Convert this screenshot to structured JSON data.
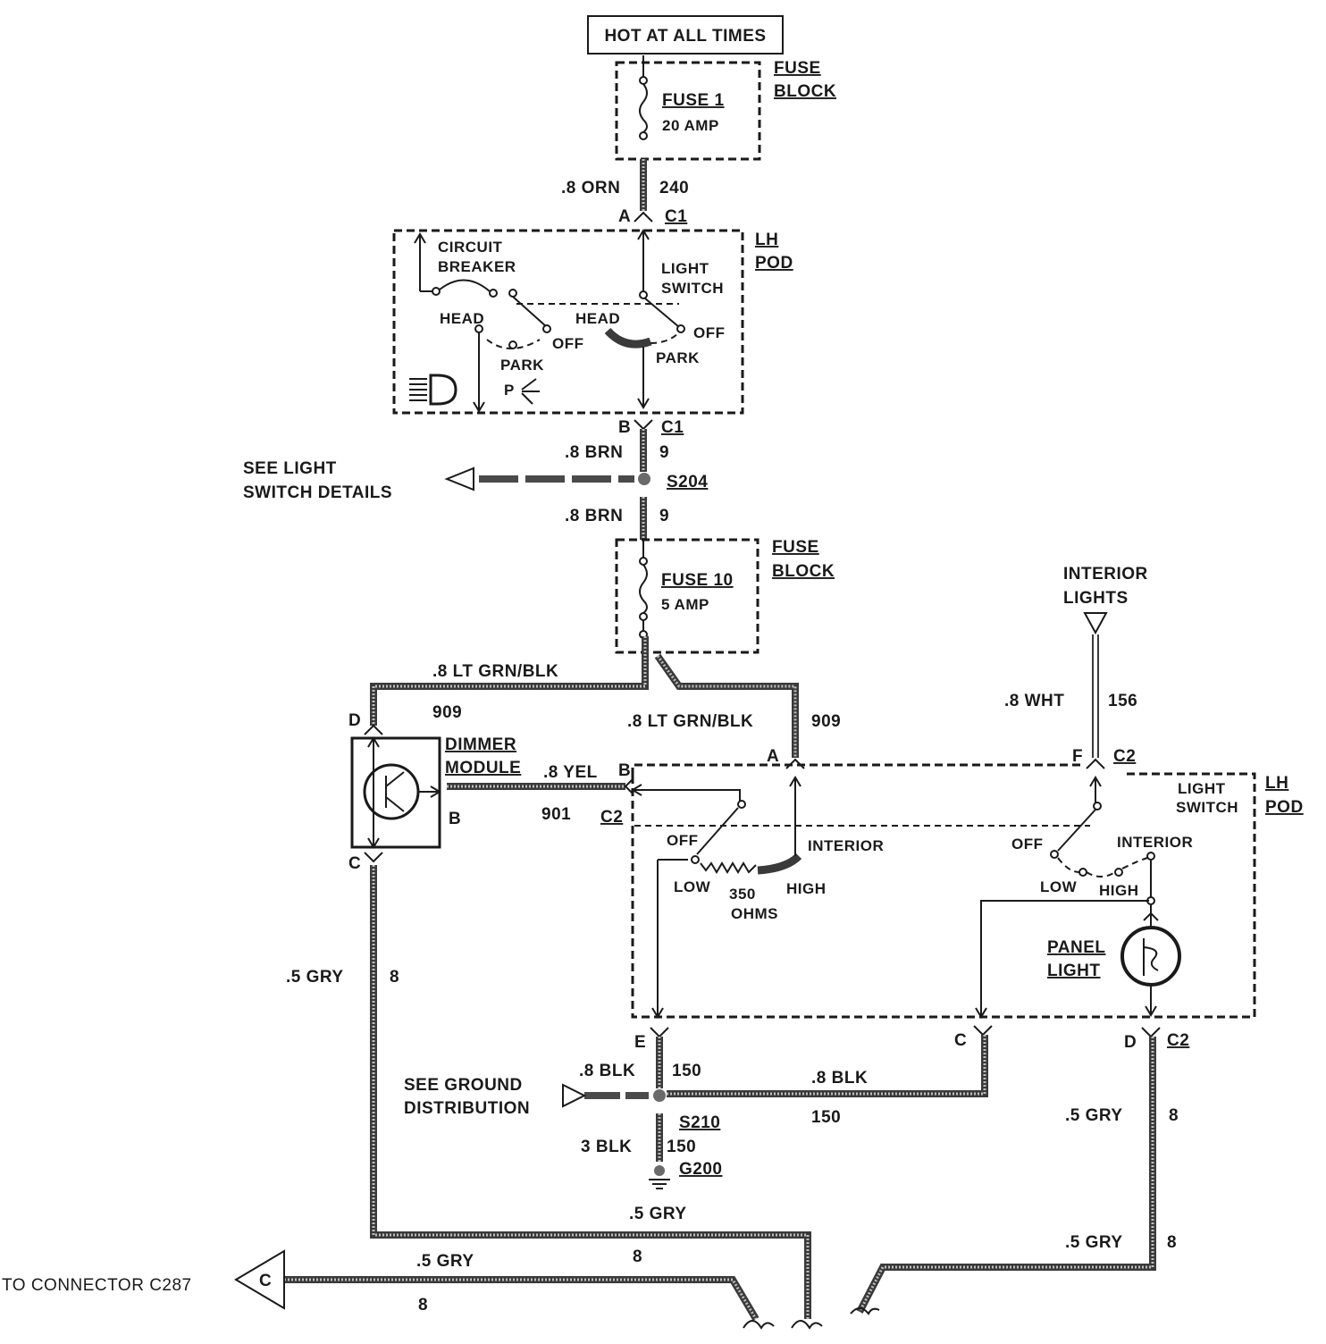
{
  "source_label": "HOT AT ALL TIMES",
  "fuse_block_1": {
    "line1": "FUSE",
    "line2": "BLOCK",
    "fuse_name": "FUSE 1",
    "rating": "20 AMP"
  },
  "wire_240": {
    "gauge_color": ".8 ORN",
    "circuit": "240"
  },
  "c1_top": {
    "pin": "A",
    "connector": "C1"
  },
  "lh_pod_1": {
    "line1": "LH",
    "line2": "POD"
  },
  "circuit_breaker": {
    "line1": "CIRCUIT",
    "line2": "BREAKER"
  },
  "light_switch_1": {
    "line1": "LIGHT",
    "line2": "SWITCH"
  },
  "switch_labels_1": {
    "head_left": "HEAD",
    "off_left": "OFF",
    "park_left": "PARK",
    "head_right": "HEAD",
    "off_right": "OFF",
    "park_right": "PARK",
    "park_symbol": "P"
  },
  "c1_bottom": {
    "pin": "B",
    "connector": "C1"
  },
  "wire_9_upper": {
    "gauge_color": ".8 BRN",
    "circuit": "9"
  },
  "splice_s204": {
    "name": "S204",
    "ref_line1": "SEE LIGHT",
    "ref_line2": "SWITCH DETAILS"
  },
  "wire_9_lower": {
    "gauge_color": ".8 BRN",
    "circuit": "9"
  },
  "fuse_block_10": {
    "line1": "FUSE",
    "line2": "BLOCK",
    "fuse_name": "FUSE 10",
    "rating": "5 AMP"
  },
  "interior_lights": {
    "line1": "INTERIOR",
    "line2": "LIGHTS"
  },
  "wire_909_left": {
    "gauge_color": ".8 LT GRN/BLK",
    "circuit": "909"
  },
  "wire_909_right": {
    "gauge_color": ".8 LT GRN/BLK",
    "circuit": "909"
  },
  "wire_156": {
    "gauge_color": ".8 WHT",
    "circuit": "156"
  },
  "dimmer_module": {
    "line1": "DIMMER",
    "line2": "MODULE",
    "pin_top": "D",
    "pin_out": "B",
    "pin_bottom": "C"
  },
  "wire_901": {
    "gauge_color": ".8 YEL",
    "circuit": "901",
    "pin": "B",
    "connector": "C2"
  },
  "c2_a": {
    "pin": "A"
  },
  "c2_f": {
    "pin": "F",
    "connector": "C2"
  },
  "light_switch_2": {
    "line1": "LIGHT",
    "line2": "SWITCH",
    "pod1": "LH",
    "pod2": "POD"
  },
  "switch_labels_2": {
    "off_left": "OFF",
    "interior_left": "INTERIOR",
    "low_left": "LOW",
    "high_left": "HIGH",
    "resistance": "350",
    "ohms": "OHMS",
    "off_right": "OFF",
    "interior_right": "INTERIOR",
    "low_right": "LOW",
    "high_right": "HIGH"
  },
  "panel_light": {
    "line1": "PANEL",
    "line2": "LIGHT"
  },
  "wire_8_left": {
    "gauge_color": ".5 GRY",
    "circuit": "8"
  },
  "c2_bottom": {
    "pin_e": "E",
    "pin_c": "C",
    "pin_d": "D",
    "connector": "C2"
  },
  "wire_150_a": {
    "gauge_color": ".8 BLK",
    "circuit": "150"
  },
  "wire_150_b": {
    "gauge_color": ".8 BLK",
    "circuit": "150"
  },
  "ground_ref": {
    "line1": "SEE GROUND",
    "line2": "DISTRIBUTION"
  },
  "splice_s210": {
    "name": "S210"
  },
  "wire_150_c": {
    "gauge_color": "3 BLK",
    "circuit": "150"
  },
  "ground_g200": {
    "name": "G200"
  },
  "wire_8_right_upper": {
    "gauge_color": ".5 GRY",
    "circuit": "8"
  },
  "wire_8_bottom_mid": {
    "gauge_color": ".5 GRY",
    "circuit": "8"
  },
  "wire_8_right_lower": {
    "gauge_color": ".5 GRY",
    "circuit": "8"
  },
  "wire_8_output": {
    "gauge_color": ".5 GRY",
    "circuit": "8"
  },
  "to_connector": {
    "label": "TO CONNECTOR C287",
    "letter": "C"
  }
}
